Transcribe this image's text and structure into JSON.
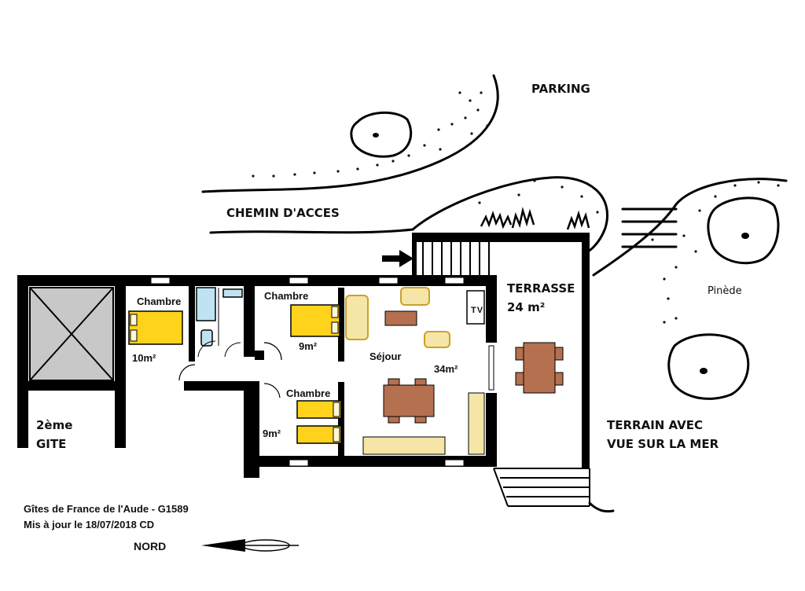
{
  "labels": {
    "parking": "PARKING",
    "chemin": "CHEMIN D'ACCES",
    "pinede": "Pinède",
    "terrasse_title": "TERRASSE",
    "terrasse_area": "24 m²",
    "terrain_line1": "TERRAIN AVEC",
    "terrain_line2": "VUE SUR LA MER",
    "gite_line1": "2ème",
    "gite_line2": "GITE",
    "nord": "NORD",
    "tv": "TV"
  },
  "rooms": {
    "chambre1": {
      "name": "Chambre",
      "area": "10m²"
    },
    "chambre2": {
      "name": "Chambre",
      "area": "9m²"
    },
    "chambre3": {
      "name": "Chambre",
      "area": "9m²"
    },
    "sejour": {
      "name": "Séjour",
      "area": "34m²"
    }
  },
  "footer": {
    "line1": "Gîtes de France de l'Aude - G1589",
    "line2": "Mis à jour le 18/07/2018 CD"
  },
  "colors": {
    "wall": "#000000",
    "bed": "#ffd21c",
    "wood": "#b5704f",
    "sofa": "#f5e6a8",
    "water": "#bfe3f2"
  }
}
